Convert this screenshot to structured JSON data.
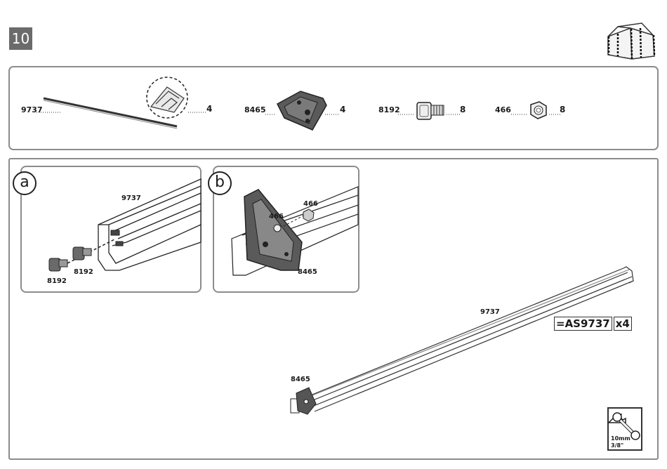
{
  "step": {
    "number": "10"
  },
  "parts": [
    {
      "code": "9737",
      "qty": "4"
    },
    {
      "code": "8465",
      "qty": "4"
    },
    {
      "code": "8192",
      "qty": "8"
    },
    {
      "code": "466",
      "qty": "8"
    }
  ],
  "detail_a": {
    "letter": "a",
    "labels": {
      "rail": "9737",
      "bolt_left": "8192",
      "bolt_right": "8192"
    }
  },
  "detail_b": {
    "letter": "b",
    "labels": {
      "nut_left": "466",
      "nut_right": "466",
      "bracket": "8465"
    }
  },
  "main": {
    "rail_label": "9737",
    "bracket_label": "8465",
    "kit": {
      "code": "=AS9737",
      "count": "x4"
    }
  },
  "tool": {
    "size_mm": "10mm",
    "size_in": "3/8\"",
    "icon": "wrench-icon"
  }
}
